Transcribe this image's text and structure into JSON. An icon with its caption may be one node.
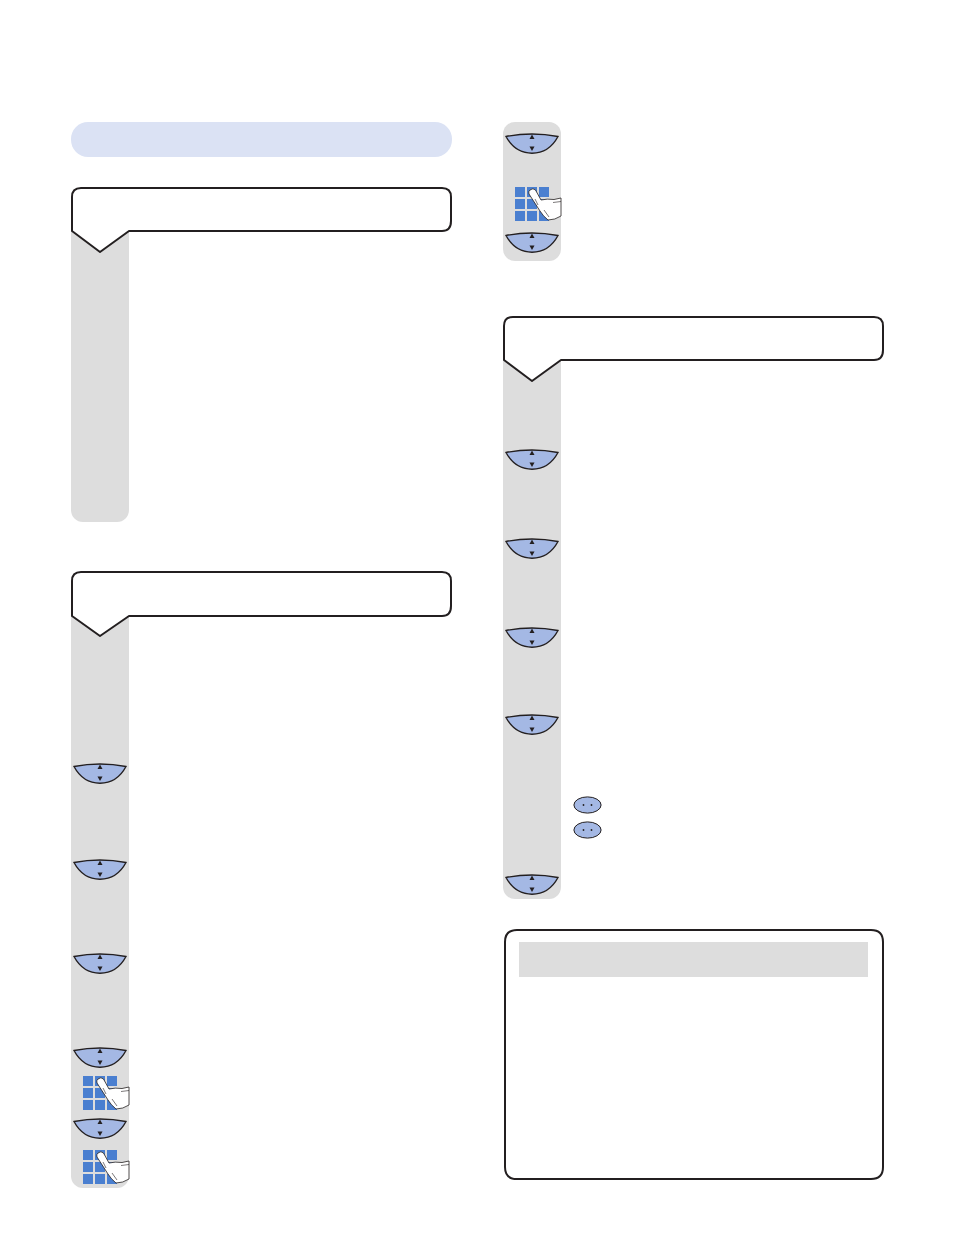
{
  "diagram": {
    "nodes": [
      {
        "text": [],
        "shape": "bar"
      },
      {
        "text": [],
        "shape": "box"
      },
      {
        "text": [],
        "shape": "bar"
      },
      {
        "text": [],
        "shape": "box"
      },
      {
        "text": [],
        "shape": "bar"
      },
      {
        "text": [],
        "shape": "bar"
      },
      {
        "text": [],
        "shape": "box"
      },
      {
        "text": [],
        "shape": "bar"
      },
      {
        "text": [],
        "shape": "box"
      },
      {
        "text": [],
        "shape": "bar",
        "in": 8
      }
    ]
  }
}
